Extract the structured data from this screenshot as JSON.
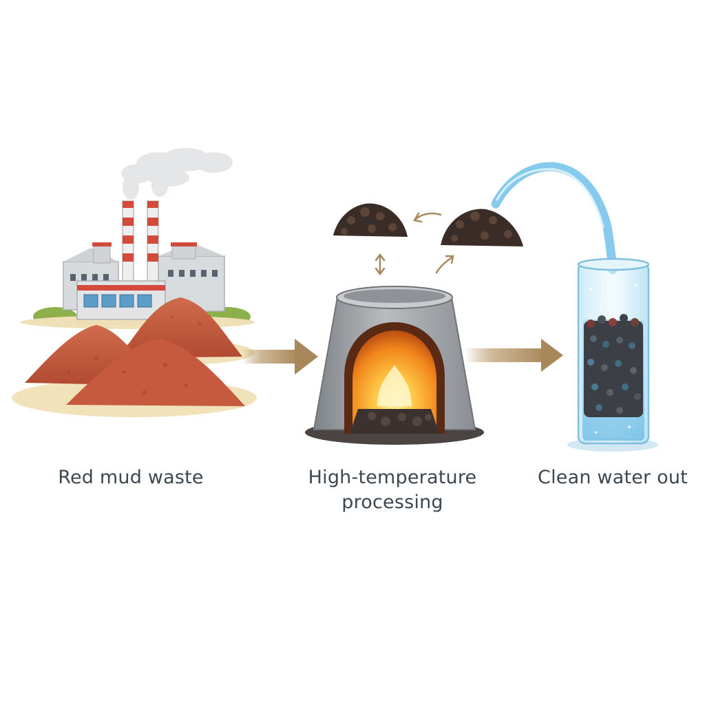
{
  "stages": [
    {
      "id": "red-mud",
      "label": "Red mud waste"
    },
    {
      "id": "furnace",
      "label": "High-temperature processing"
    },
    {
      "id": "filter",
      "label": "Clean water out"
    }
  ],
  "colors": {
    "red_mud": "#c65a3e",
    "arrow": "#a8875a",
    "furnace_body": "#9da1a5",
    "fire": "#f59a26",
    "water": "#8fd3f2",
    "pellets": "#3c3f45",
    "label_text": "#3d4750"
  },
  "icons": [
    "factory-icon",
    "smokestack-icon",
    "smoke-icon",
    "red-mud-pile-icon",
    "arrow-right-icon",
    "furnace-icon",
    "fire-icon",
    "pellet-pile-icon",
    "cycle-arrow-icon",
    "glass-filter-icon",
    "water-stream-icon"
  ]
}
